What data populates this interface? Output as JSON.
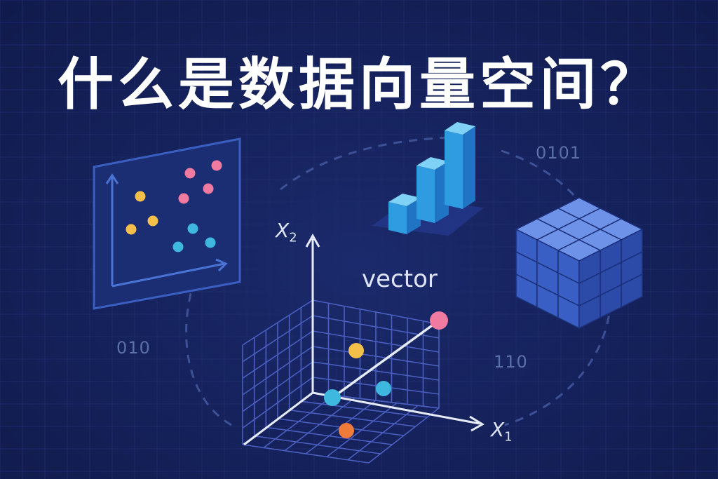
{
  "title": "什么是数据向量空间？",
  "binary_tags": {
    "top_right": "0101",
    "left": "010",
    "right": "110"
  },
  "vector_label": "vector",
  "axes": {
    "x2": {
      "letter": "X",
      "sub": "2"
    },
    "x1": {
      "letter": "X",
      "sub": "1"
    }
  },
  "colors": {
    "background": "#142058",
    "pink": "#f07aa0",
    "yellow": "#f5c04a",
    "cyan": "#3fb8e0",
    "orange": "#ef7b3a",
    "cube_blue": "#3d64c8",
    "bar_blue": "#3aa8e8"
  },
  "scatter_panel_points": [
    {
      "color": "pink"
    },
    {
      "color": "pink"
    },
    {
      "color": "pink"
    },
    {
      "color": "pink"
    },
    {
      "color": "yellow"
    },
    {
      "color": "yellow"
    },
    {
      "color": "yellow"
    },
    {
      "color": "cyan"
    },
    {
      "color": "cyan"
    },
    {
      "color": "cyan"
    }
  ],
  "bar_values": [
    1,
    2,
    3
  ],
  "cube_grid": [
    3,
    3,
    3
  ]
}
